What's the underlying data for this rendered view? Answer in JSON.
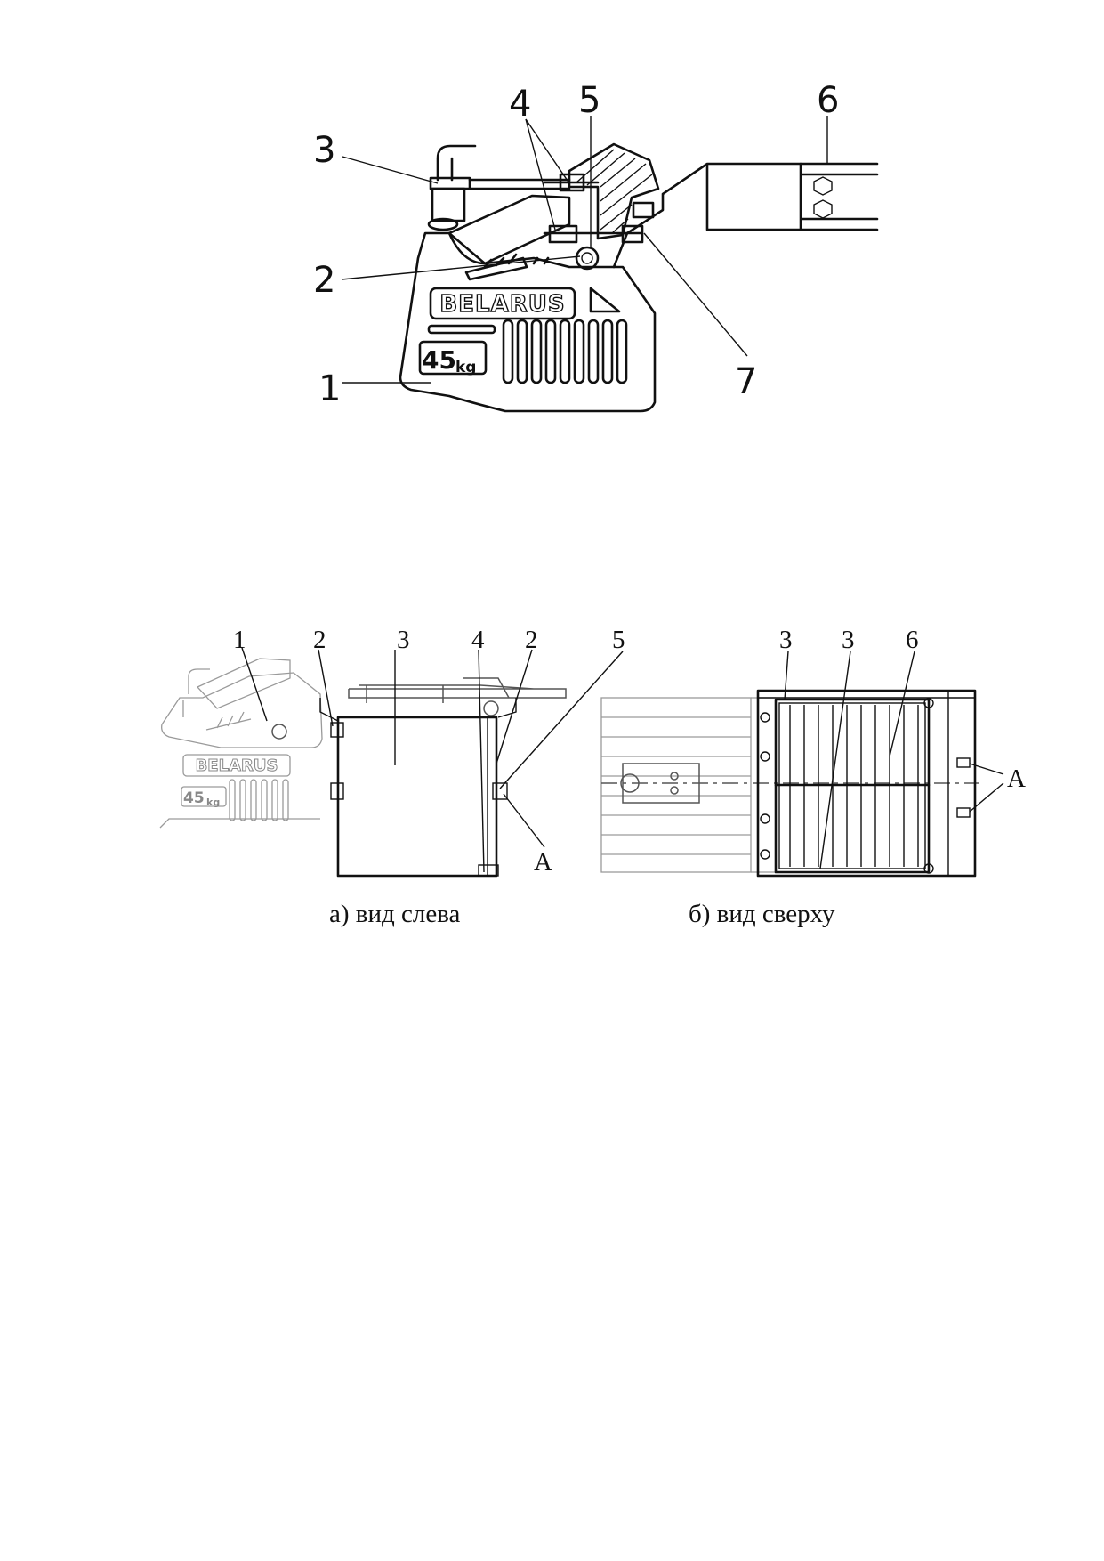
{
  "figure_a": {
    "callouts": [
      "1",
      "2",
      "3",
      "4",
      "5",
      "6",
      "7"
    ],
    "logo_text": "BELARUS",
    "weight_value": "45",
    "weight_unit": "kg"
  },
  "figure_b": {
    "left_view": {
      "callouts": [
        "1",
        "2",
        "3",
        "4",
        "2",
        "5"
      ],
      "marker": "A",
      "logo_text": "BELARUS",
      "weight_value": "45",
      "weight_unit": "kg",
      "caption": "а) вид слева"
    },
    "top_view": {
      "callouts": [
        "3",
        "3",
        "6"
      ],
      "marker": "A",
      "caption": "б) вид сверху"
    }
  }
}
